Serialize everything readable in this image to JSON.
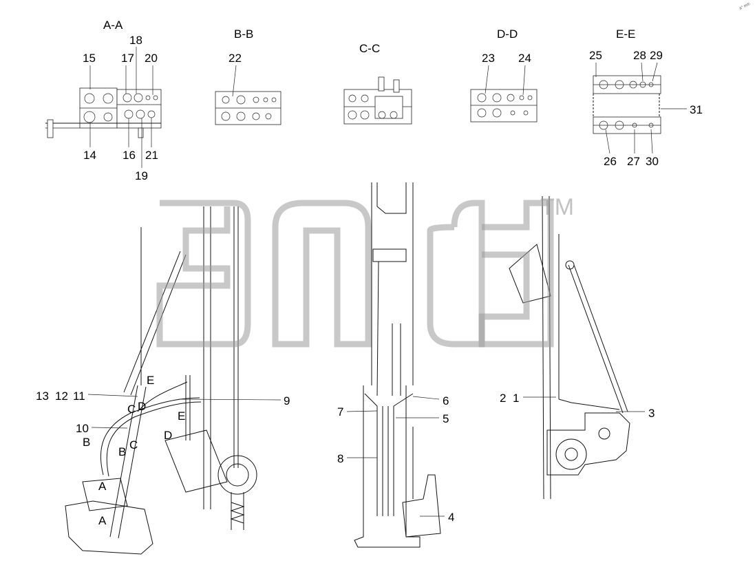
{
  "sections": {
    "aa": "A-A",
    "bb": "B-B",
    "cc": "C-C",
    "dd": "D-D",
    "ee": "E-E"
  },
  "callouts": {
    "n1": "1",
    "n2": "2",
    "n3": "3",
    "n4": "4",
    "n5": "5",
    "n6": "6",
    "n7": "7",
    "n8": "8",
    "n9": "9",
    "n10": "10",
    "n11": "11",
    "n12": "12",
    "n13": "13",
    "n14": "14",
    "n15": "15",
    "n16": "16",
    "n17": "17",
    "n18": "18",
    "n19": "19",
    "n20": "20",
    "n21": "21",
    "n22": "22",
    "n23": "23",
    "n24": "24",
    "n25": "25",
    "n26": "26",
    "n27": "27",
    "n28": "28",
    "n29": "29",
    "n30": "30",
    "n31": "31"
  },
  "view_markers": {
    "a1": "A",
    "a2": "A",
    "b1": "B",
    "b2": "B",
    "c1": "C",
    "c2": "C",
    "d1": "D",
    "d2": "D",
    "e1": "E",
    "e2": "E"
  },
  "watermark": {
    "tm": "TM"
  },
  "corner_mark": "a° m®"
}
